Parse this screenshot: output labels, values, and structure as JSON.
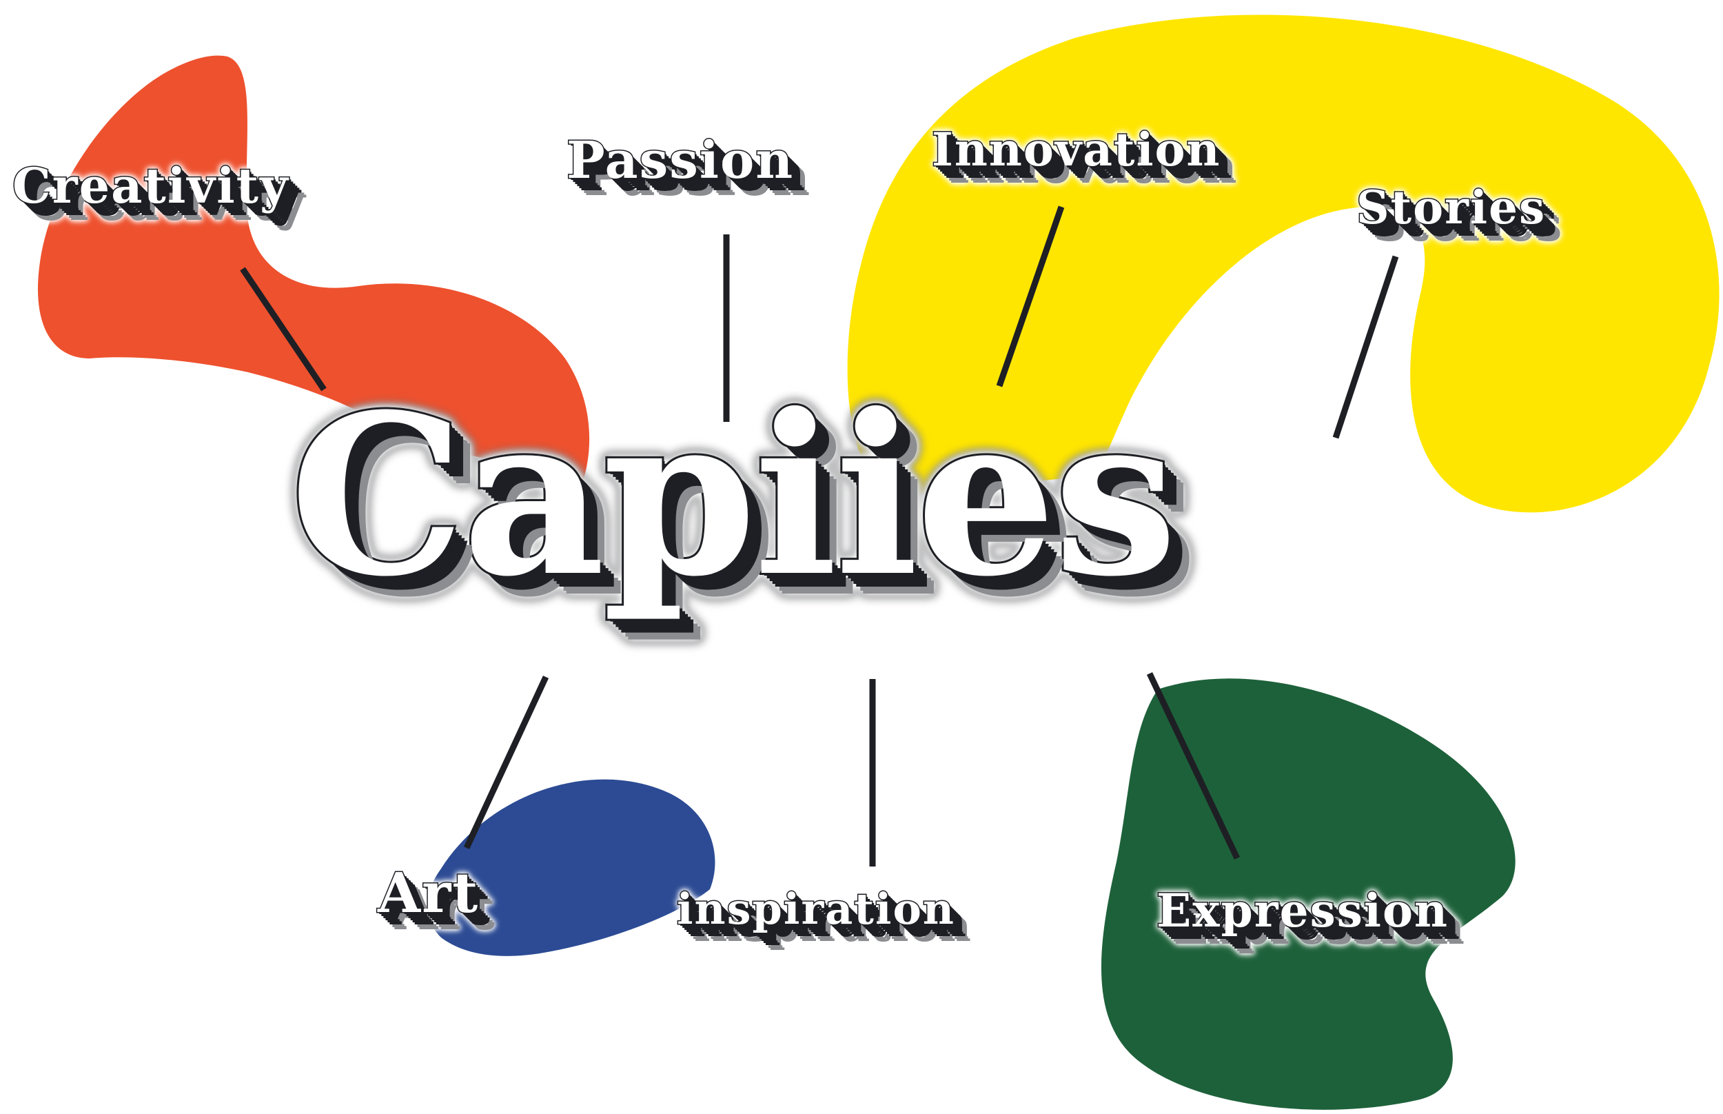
{
  "central_word": "Capiies",
  "keywords": {
    "creativity": "Creativity",
    "passion": "Passion",
    "innovation": "Innovation",
    "stories": "Stories",
    "art": "Art",
    "inspiration": "inspiration",
    "expression": "Expression"
  },
  "colors": {
    "orange": "#ee512e",
    "yellow": "#ffe600",
    "blue": "#2c4b94",
    "green": "#1d613a",
    "ink": "#1e1f24",
    "shadow": "#8c8d91"
  }
}
